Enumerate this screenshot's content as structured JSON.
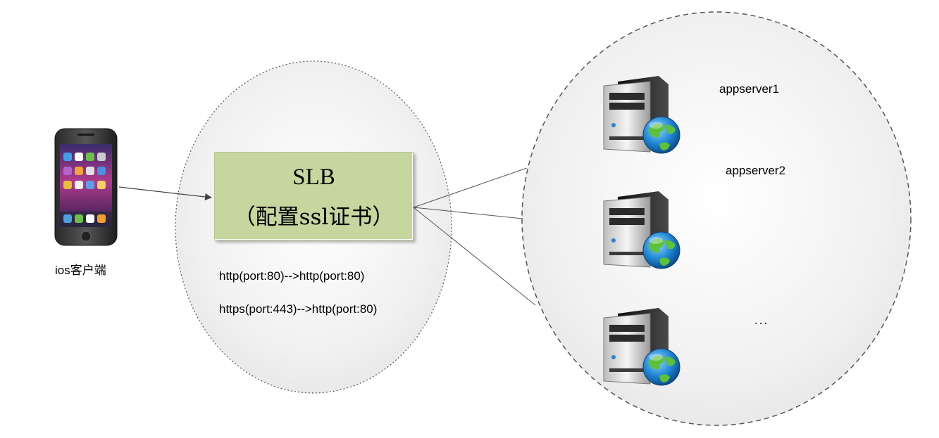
{
  "client": {
    "label": "ios客户端",
    "icon": "iphone-icon"
  },
  "slb": {
    "title": "SLB",
    "subtitle": "（配置ssl证书）",
    "fill_color": "#c6d69f"
  },
  "rules": [
    "http(port:80)-->http(port:80)",
    "https(port:443)-->http(port:80)"
  ],
  "servers": [
    {
      "label": "appserver1",
      "icon": "server-globe-icon"
    },
    {
      "label": "appserver2",
      "icon": "server-globe-icon"
    },
    {
      "label": "...",
      "icon": "server-globe-icon"
    }
  ],
  "colors": {
    "ellipse_fill": "#efefef",
    "ellipse_border": "#555555",
    "arrow": "#444444"
  }
}
